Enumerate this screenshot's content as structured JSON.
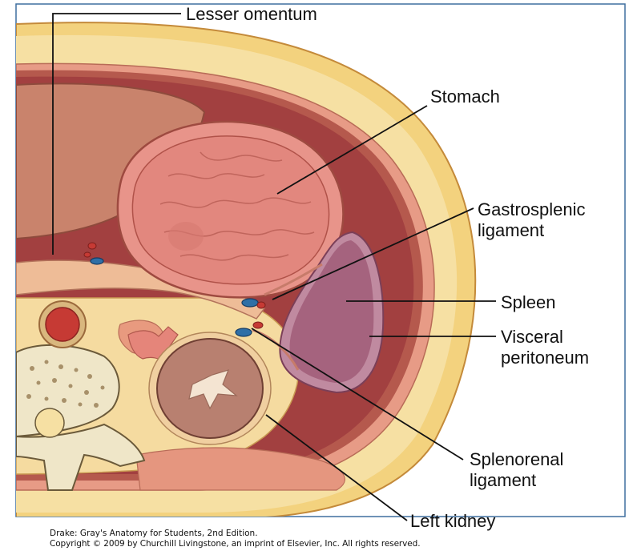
{
  "labels": {
    "lesser_omentum": "Lesser omentum",
    "stomach": "Stomach",
    "gastrosplenic_line1": "Gastrosplenic",
    "gastrosplenic_line2": "ligament",
    "spleen": "Spleen",
    "visceral_line1": "Visceral",
    "visceral_line2": "peritoneum",
    "splenorenal_line1": "Splenorenal",
    "splenorenal_line2": "ligament",
    "left_kidney": "Left kidney"
  },
  "credit": {
    "line1": "Drake: Gray's Anatomy for Students, 2nd Edition.",
    "line2": "Copyright © 2009 by Churchill Livingstone, an imprint of Elsevier, Inc. All rights reserved."
  },
  "colors": {
    "frame": "#3f6f9f",
    "skin": "#f3d27e",
    "fat": "#f6e0a3",
    "muscle": "#e79b86",
    "peritoneum": "#b5594d",
    "cavity": "#a24040",
    "liver": "#c9836c",
    "stomach": "#e2877e",
    "spleen": "#a5637e",
    "kidney": "#b88070",
    "bone": "#f2ecd5",
    "vein": "#2f6fa6",
    "artery": "#c63a34"
  }
}
